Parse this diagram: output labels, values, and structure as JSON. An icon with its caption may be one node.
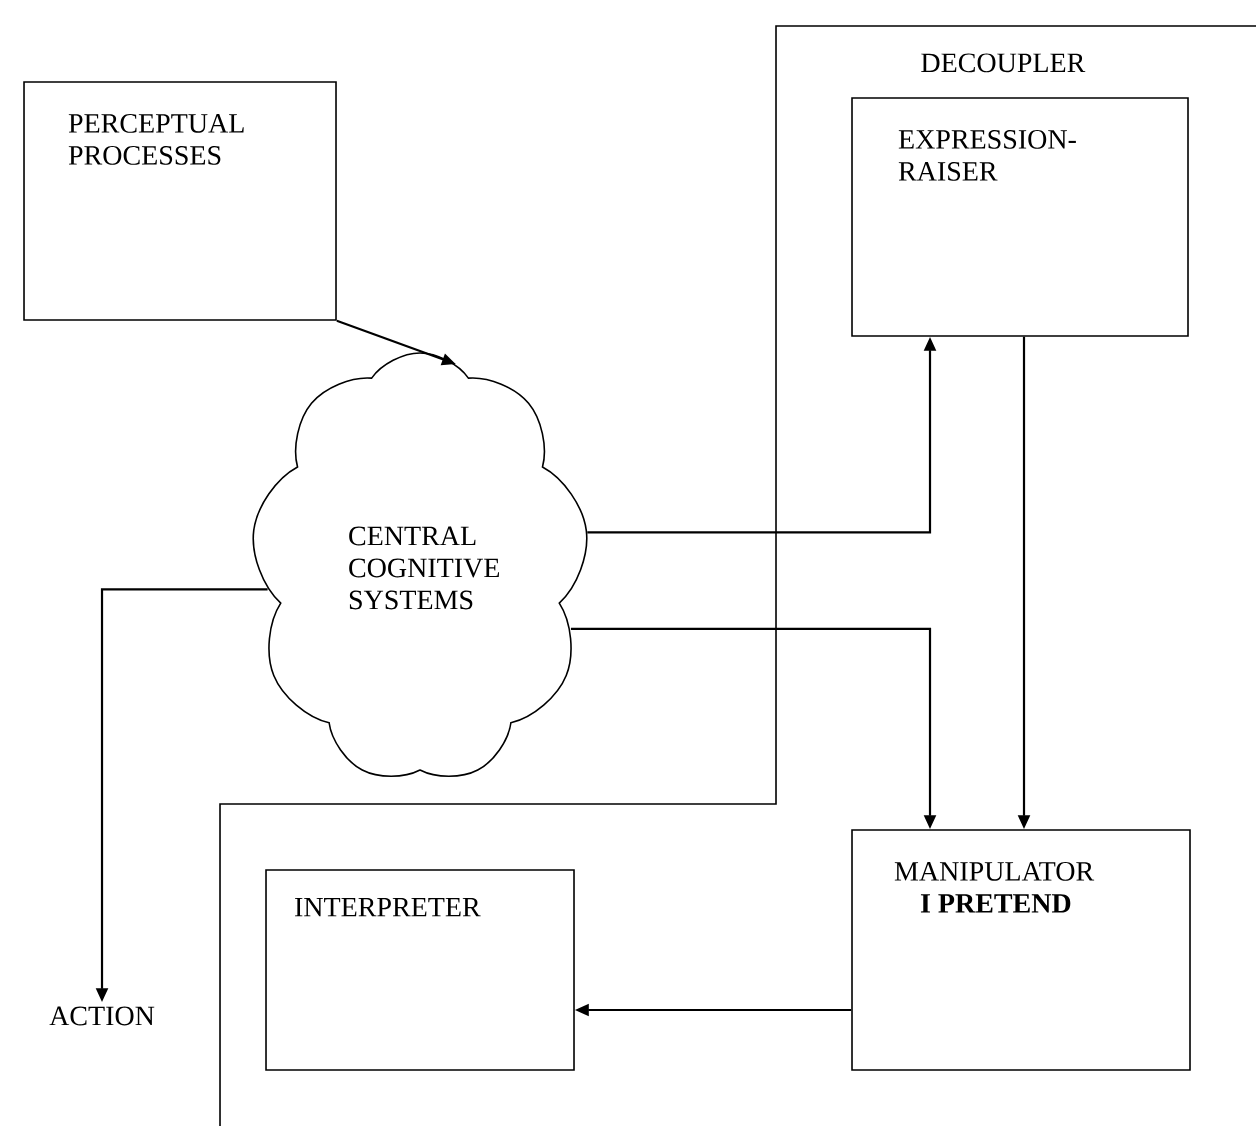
{
  "diagram": {
    "nodes": [
      {
        "text": [
          "PERCEPTUAL PROCESSES"
        ]
      },
      {
        "text": [
          "CENTRAL COGNITIVE SYSTEMS"
        ]
      },
      {
        "text": [
          "EXPRESSION- RAISER"
        ]
      },
      {
        "text": [
          "MANIPULATOR",
          "I PRETEND"
        ]
      },
      {
        "text": [
          "INTERPRETER"
        ]
      },
      {
        "text": [
          "ACTION"
        ]
      }
    ],
    "edges": [
      {
        "from": 0,
        "to": 1,
        "arrow": "to"
      },
      {
        "from": 1,
        "to": 2,
        "arrow": "to"
      },
      {
        "from": 1,
        "to": 3,
        "arrow": "to"
      },
      {
        "from": 2,
        "to": 3,
        "arrow": "to"
      },
      {
        "from": 3,
        "to": 4,
        "arrow": "to"
      },
      {
        "from": 1,
        "to": 5,
        "arrow": "to"
      }
    ],
    "labels": [
      "DECOUPLER"
    ]
  }
}
